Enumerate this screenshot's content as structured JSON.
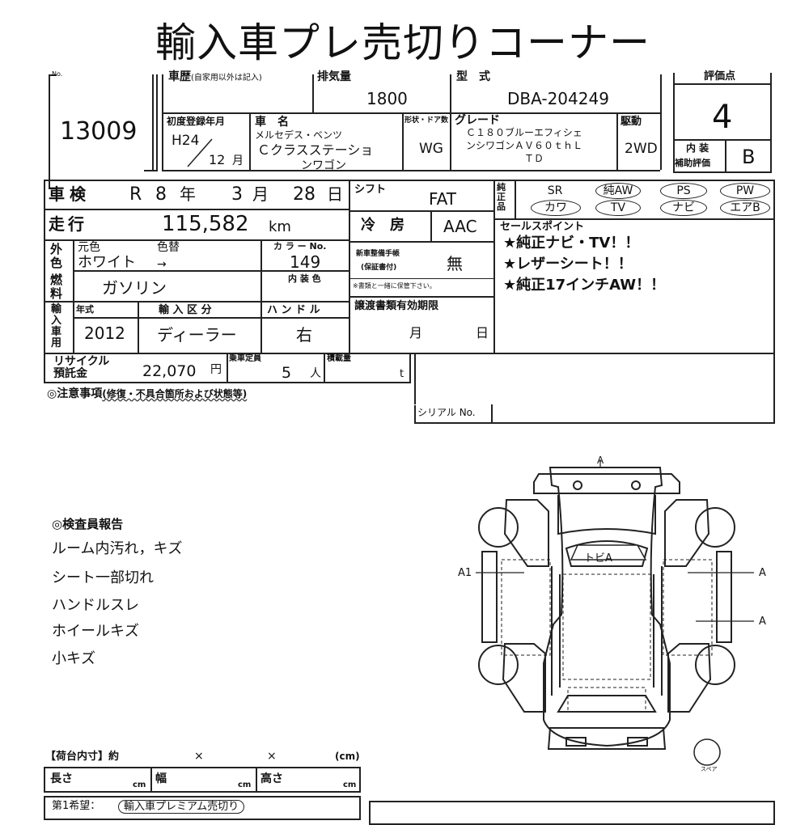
{
  "title": "輸入車プレ売切りコーナー",
  "lot": {
    "no_label": "No.",
    "number": "13009"
  },
  "history": {
    "label": "車歴",
    "note": "(自家用以外は記入)"
  },
  "displacement": {
    "label": "排気量",
    "value": "1800"
  },
  "model": {
    "label": "型　式",
    "value": "DBA-204249"
  },
  "score": {
    "label": "評価点",
    "value": "4"
  },
  "interior_score": {
    "label1": "内 装",
    "label2": "補助評価",
    "value": "B"
  },
  "registration": {
    "label": "初度登録年月",
    "era": "H24",
    "month": "12",
    "month_unit": "月"
  },
  "car_name": {
    "label": "車　名",
    "maker": "メルセデス・ベンツ",
    "name_line1": "Ｃクラスステーショ",
    "name_line2": "ンワゴン"
  },
  "body_type": {
    "label": "形状・ドア数",
    "value": "WG"
  },
  "grade": {
    "label": "グレード",
    "line1": "Ｃ１８０ブルーエフィシェ",
    "line2": "ンシワゴンＡＶ６０ｔｈＬ",
    "line3": "ＴＤ"
  },
  "drive": {
    "label": "駆動",
    "value": "2WD"
  },
  "inspection": {
    "label": "車検",
    "era": "R",
    "year": "8",
    "year_unit": "年",
    "month": "3",
    "month_unit": "月",
    "day": "28",
    "day_unit": "日"
  },
  "shift": {
    "label": "シフト",
    "value": "FAT"
  },
  "mileage": {
    "label": "走行",
    "value": "115,582",
    "unit": "km"
  },
  "aircon": {
    "label": "冷　房",
    "value": "AAC"
  },
  "genuine": {
    "label": "純正品",
    "options": [
      "SR",
      "純AW",
      "PS",
      "PW",
      "カワ",
      "TV",
      "ナビ",
      "エアB"
    ]
  },
  "sales_points": {
    "label": "セールスポイント",
    "items": [
      "★純正ナビ・TV！！",
      "★レザーシート！！",
      "★純正17インチAW！！"
    ]
  },
  "color": {
    "side_label": "外色",
    "orig_label": "元色",
    "change_label": "色替",
    "value": "ホワイト",
    "arrow": "→",
    "code_label": "カ ラ ー No.",
    "code": "149"
  },
  "maintenance": {
    "label1": "新車整備手帳",
    "label2": "(保証書付)",
    "value": "無",
    "note": "※書類と一緒に保管下さい。"
  },
  "fuel": {
    "side_label": "燃料",
    "value": "ガソリン",
    "interior_color_label": "内 装 色"
  },
  "import": {
    "side_label": "輸入車用",
    "year_label": "年式",
    "year": "2012",
    "kind_label": "輸 入 区 分",
    "kind": "ディーラー",
    "handle_label": "ハ ン ド ル",
    "handle": "右"
  },
  "transfer": {
    "label": "譲渡書類有効期限",
    "month_unit": "月",
    "day_unit": "日"
  },
  "recycle": {
    "label1": "リサイクル",
    "label2": "預託金",
    "value": "22,070",
    "unit": "円"
  },
  "capacity": {
    "label": "乗車定員",
    "value": "5",
    "unit": "人"
  },
  "load": {
    "label": "積載量",
    "unit": "t"
  },
  "serial": {
    "label": "シリアル No."
  },
  "notes": {
    "label": "◎注意事項",
    "sub": "(修復・不具合箇所および状態等)"
  },
  "inspector": {
    "label": "◎検査員報告",
    "items": [
      "ルーム内汚れ，キズ",
      "シート一部切れ",
      "ハンドルスレ",
      "ホイールキズ",
      "小キズ"
    ]
  },
  "diagram": {
    "roof_mark": "トビA",
    "top_mark": "A",
    "left_mark": "A1",
    "right_mark_1": "A",
    "right_mark_2": "A",
    "spare_label": "スペア"
  },
  "cargo": {
    "label": "【荷台内寸】約",
    "x1": "×",
    "x2": "×",
    "unit": "(cm)",
    "length_label": "長さ",
    "width_label": "幅",
    "height_label": "高さ",
    "cm": "cm"
  },
  "preference": {
    "label": "第1希望：",
    "value": "輸入車プレミアム売切り"
  }
}
